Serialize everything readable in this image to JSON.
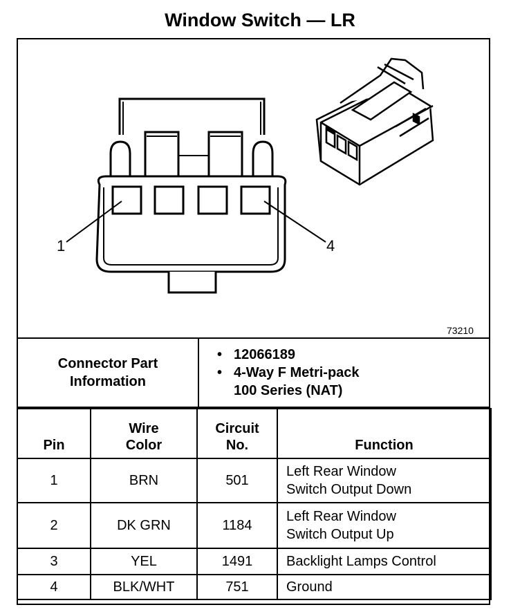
{
  "title": "Window Switch — LR",
  "diagram": {
    "figure_number": "73210",
    "pin_callouts": [
      "1",
      "4"
    ]
  },
  "connector_part_information": {
    "label_line1": "Connector Part",
    "label_line2": "Information",
    "values": [
      "12066189",
      "4-Way F Metri-pack",
      "100 Series (NAT)"
    ]
  },
  "pin_table": {
    "headers": {
      "pin": "Pin",
      "wire_color_line1": "Wire",
      "wire_color_line2": "Color",
      "circuit_line1": "Circuit",
      "circuit_line2": "No.",
      "function": "Function"
    },
    "rows": [
      {
        "pin": "1",
        "wire_color": "BRN",
        "circuit": "501",
        "function_line1": "Left Rear Window",
        "function_line2": "Switch Output Down"
      },
      {
        "pin": "2",
        "wire_color": "DK GRN",
        "circuit": "1184",
        "function_line1": "Left Rear Window",
        "function_line2": "Switch Output Up"
      },
      {
        "pin": "3",
        "wire_color": "YEL",
        "circuit": "1491",
        "function_line1": "Backlight Lamps Control",
        "function_line2": ""
      },
      {
        "pin": "4",
        "wire_color": "BLK/WHT",
        "circuit": "751",
        "function_line1": "Ground",
        "function_line2": ""
      }
    ]
  }
}
